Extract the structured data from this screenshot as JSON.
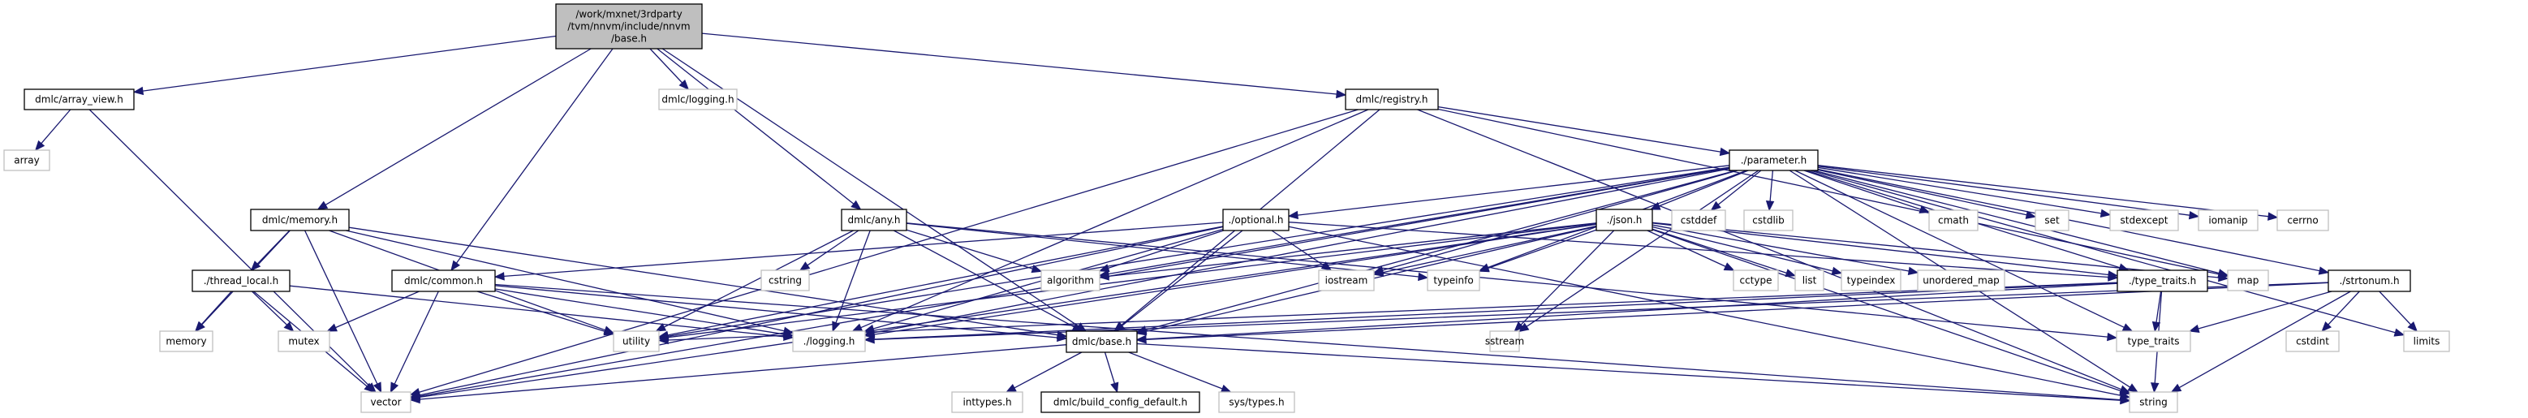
{
  "title": "Include dependency graph for /work/mxnet/3rdparty/tvm/nnvm/include/nnvm/base.h",
  "colors": {
    "edge": "#191970",
    "root_fill": "#bfbfbf",
    "local_border": "#000000",
    "system_border": "#bfbfbf"
  },
  "nodes": [
    {
      "id": "root",
      "label_lines": [
        "/work/mxnet/3rdparty",
        "/tvm/nnvm/include/nnvm",
        "/base.h"
      ],
      "kind": "root"
    },
    {
      "id": "array_view",
      "label_lines": [
        "dmlc/array_view.h"
      ],
      "kind": "local"
    },
    {
      "id": "array",
      "label_lines": [
        "array"
      ],
      "kind": "system"
    },
    {
      "id": "dmlc_logging",
      "label_lines": [
        "dmlc/logging.h"
      ],
      "kind": "system"
    },
    {
      "id": "registry",
      "label_lines": [
        "dmlc/registry.h"
      ],
      "kind": "local"
    },
    {
      "id": "parameter",
      "label_lines": [
        "./parameter.h"
      ],
      "kind": "local"
    },
    {
      "id": "memory_h",
      "label_lines": [
        "dmlc/memory.h"
      ],
      "kind": "local"
    },
    {
      "id": "any",
      "label_lines": [
        "dmlc/any.h"
      ],
      "kind": "local"
    },
    {
      "id": "optional",
      "label_lines": [
        "./optional.h"
      ],
      "kind": "local"
    },
    {
      "id": "json",
      "label_lines": [
        "./json.h"
      ],
      "kind": "local"
    },
    {
      "id": "cstddef",
      "label_lines": [
        "cstddef"
      ],
      "kind": "system"
    },
    {
      "id": "cstdlib",
      "label_lines": [
        "cstdlib"
      ],
      "kind": "system"
    },
    {
      "id": "cmath",
      "label_lines": [
        "cmath"
      ],
      "kind": "system"
    },
    {
      "id": "set",
      "label_lines": [
        "set"
      ],
      "kind": "system"
    },
    {
      "id": "stdexcept",
      "label_lines": [
        "stdexcept"
      ],
      "kind": "system"
    },
    {
      "id": "iomanip",
      "label_lines": [
        "iomanip"
      ],
      "kind": "system"
    },
    {
      "id": "cerrno",
      "label_lines": [
        "cerrno"
      ],
      "kind": "system"
    },
    {
      "id": "thread_local",
      "label_lines": [
        "./thread_local.h"
      ],
      "kind": "local"
    },
    {
      "id": "common",
      "label_lines": [
        "dmlc/common.h"
      ],
      "kind": "local"
    },
    {
      "id": "cstring",
      "label_lines": [
        "cstring"
      ],
      "kind": "system"
    },
    {
      "id": "algorithm",
      "label_lines": [
        "algorithm"
      ],
      "kind": "system"
    },
    {
      "id": "iostream",
      "label_lines": [
        "iostream"
      ],
      "kind": "system"
    },
    {
      "id": "typeinfo",
      "label_lines": [
        "typeinfo"
      ],
      "kind": "system"
    },
    {
      "id": "cctype",
      "label_lines": [
        "cctype"
      ],
      "kind": "system"
    },
    {
      "id": "list",
      "label_lines": [
        "list"
      ],
      "kind": "system"
    },
    {
      "id": "typeindex",
      "label_lines": [
        "typeindex"
      ],
      "kind": "system"
    },
    {
      "id": "unordered_map",
      "label_lines": [
        "unordered_map"
      ],
      "kind": "system"
    },
    {
      "id": "type_traits_h",
      "label_lines": [
        "./type_traits.h"
      ],
      "kind": "local"
    },
    {
      "id": "map",
      "label_lines": [
        "map"
      ],
      "kind": "system"
    },
    {
      "id": "strtonum",
      "label_lines": [
        "./strtonum.h"
      ],
      "kind": "local"
    },
    {
      "id": "memory",
      "label_lines": [
        "memory"
      ],
      "kind": "system"
    },
    {
      "id": "mutex",
      "label_lines": [
        "mutex"
      ],
      "kind": "system"
    },
    {
      "id": "utility",
      "label_lines": [
        "utility"
      ],
      "kind": "system"
    },
    {
      "id": "logging",
      "label_lines": [
        "./logging.h"
      ],
      "kind": "system"
    },
    {
      "id": "base",
      "label_lines": [
        "dmlc/base.h"
      ],
      "kind": "local"
    },
    {
      "id": "sstream",
      "label_lines": [
        "sstream"
      ],
      "kind": "system"
    },
    {
      "id": "type_traits",
      "label_lines": [
        "type_traits"
      ],
      "kind": "system"
    },
    {
      "id": "cstdint",
      "label_lines": [
        "cstdint"
      ],
      "kind": "system"
    },
    {
      "id": "limits",
      "label_lines": [
        "limits"
      ],
      "kind": "system"
    },
    {
      "id": "vector",
      "label_lines": [
        "vector"
      ],
      "kind": "system"
    },
    {
      "id": "inttypes",
      "label_lines": [
        "inttypes.h"
      ],
      "kind": "system"
    },
    {
      "id": "build_config",
      "label_lines": [
        "dmlc/build_config_default.h"
      ],
      "kind": "local"
    },
    {
      "id": "sys_types",
      "label_lines": [
        "sys/types.h"
      ],
      "kind": "system"
    },
    {
      "id": "string",
      "label_lines": [
        "string"
      ],
      "kind": "system"
    }
  ],
  "edges": [
    [
      "root",
      "array_view"
    ],
    [
      "root",
      "dmlc_logging"
    ],
    [
      "root",
      "registry"
    ],
    [
      "root",
      "memory_h"
    ],
    [
      "root",
      "any"
    ],
    [
      "root",
      "common"
    ],
    [
      "root",
      "base"
    ],
    [
      "array_view",
      "array"
    ],
    [
      "array_view",
      "vector"
    ],
    [
      "registry",
      "parameter"
    ],
    [
      "registry",
      "map"
    ],
    [
      "registry",
      "string"
    ],
    [
      "registry",
      "vector"
    ],
    [
      "registry",
      "base"
    ],
    [
      "registry",
      "logging"
    ],
    [
      "parameter",
      "cstddef"
    ],
    [
      "parameter",
      "cstdlib"
    ],
    [
      "parameter",
      "cmath"
    ],
    [
      "parameter",
      "set"
    ],
    [
      "parameter",
      "stdexcept"
    ],
    [
      "parameter",
      "iomanip"
    ],
    [
      "parameter",
      "cerrno"
    ],
    [
      "parameter",
      "optional"
    ],
    [
      "parameter",
      "json"
    ],
    [
      "parameter",
      "type_traits_h"
    ],
    [
      "parameter",
      "strtonum"
    ],
    [
      "parameter",
      "map"
    ],
    [
      "parameter",
      "limits"
    ],
    [
      "parameter",
      "string"
    ],
    [
      "parameter",
      "vector"
    ],
    [
      "parameter",
      "utility"
    ],
    [
      "parameter",
      "logging"
    ],
    [
      "parameter",
      "base"
    ],
    [
      "parameter",
      "iostream"
    ],
    [
      "parameter",
      "typeinfo"
    ],
    [
      "parameter",
      "sstream"
    ],
    [
      "parameter",
      "algorithm"
    ],
    [
      "parameter",
      "type_traits"
    ],
    [
      "memory_h",
      "thread_local"
    ],
    [
      "memory_h",
      "memory"
    ],
    [
      "memory_h",
      "vector"
    ],
    [
      "memory_h",
      "utility"
    ],
    [
      "memory_h",
      "logging"
    ],
    [
      "memory_h",
      "base"
    ],
    [
      "any",
      "cstring"
    ],
    [
      "any",
      "algorithm"
    ],
    [
      "any",
      "typeinfo"
    ],
    [
      "any",
      "type_traits"
    ],
    [
      "any",
      "utility"
    ],
    [
      "any",
      "logging"
    ],
    [
      "any",
      "base"
    ],
    [
      "optional",
      "iostream"
    ],
    [
      "optional",
      "algorithm"
    ],
    [
      "optional",
      "utility"
    ],
    [
      "optional",
      "logging"
    ],
    [
      "optional",
      "base"
    ],
    [
      "optional",
      "string"
    ],
    [
      "optional",
      "common"
    ],
    [
      "optional",
      "type_traits_h"
    ],
    [
      "optional",
      "vector"
    ],
    [
      "json",
      "cctype"
    ],
    [
      "json",
      "list"
    ],
    [
      "json",
      "typeindex"
    ],
    [
      "json",
      "unordered_map"
    ],
    [
      "json",
      "type_traits_h"
    ],
    [
      "json",
      "map"
    ],
    [
      "json",
      "iostream"
    ],
    [
      "json",
      "typeinfo"
    ],
    [
      "json",
      "algorithm"
    ],
    [
      "json",
      "utility"
    ],
    [
      "json",
      "logging"
    ],
    [
      "json",
      "base"
    ],
    [
      "json",
      "vector"
    ],
    [
      "json",
      "string"
    ],
    [
      "json",
      "sstream"
    ],
    [
      "thread_local",
      "memory"
    ],
    [
      "thread_local",
      "mutex"
    ],
    [
      "thread_local",
      "vector"
    ],
    [
      "thread_local",
      "logging"
    ],
    [
      "common",
      "mutex"
    ],
    [
      "common",
      "vector"
    ],
    [
      "common",
      "utility"
    ],
    [
      "common",
      "logging"
    ],
    [
      "common",
      "base"
    ],
    [
      "common",
      "string"
    ],
    [
      "type_traits_h",
      "type_traits"
    ],
    [
      "type_traits_h",
      "string"
    ],
    [
      "type_traits_h",
      "utility"
    ],
    [
      "type_traits_h",
      "logging"
    ],
    [
      "type_traits_h",
      "base"
    ],
    [
      "strtonum",
      "cstdint"
    ],
    [
      "strtonum",
      "limits"
    ],
    [
      "strtonum",
      "string"
    ],
    [
      "strtonum",
      "type_traits"
    ],
    [
      "strtonum",
      "logging"
    ],
    [
      "strtonum",
      "base"
    ],
    [
      "base",
      "inttypes"
    ],
    [
      "base",
      "build_config"
    ],
    [
      "base",
      "sys_types"
    ],
    [
      "base",
      "vector"
    ],
    [
      "base",
      "string"
    ]
  ]
}
